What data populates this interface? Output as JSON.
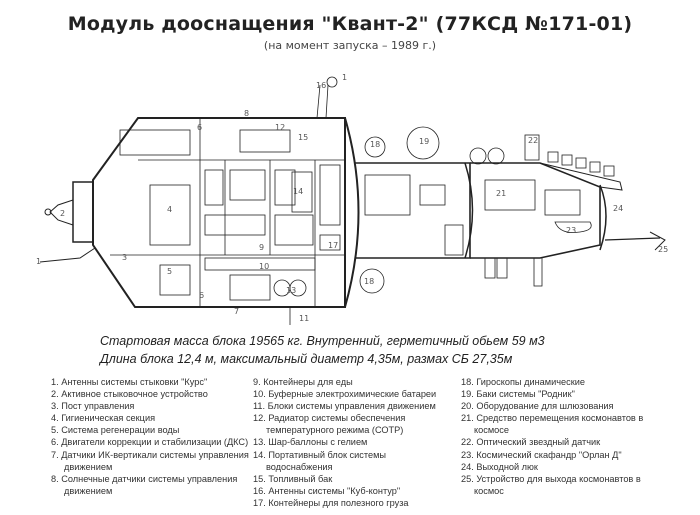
{
  "header": {
    "title": "Модуль дооснащения \"Квант-2\" (77КСД №171-01)",
    "subtitle": "(на момент запуска – 1989 г.)"
  },
  "diagram": {
    "callouts": [
      "1",
      "2",
      "3",
      "4",
      "5",
      "6",
      "6",
      "7",
      "8",
      "9",
      "10",
      "11",
      "12",
      "13",
      "14",
      "15",
      "16",
      "1",
      "17",
      "18",
      "18",
      "19",
      "21",
      "22",
      "23",
      "24",
      "25"
    ]
  },
  "specs": {
    "line1": "Стартовая масса блока 19565 кг. Внутренний, герметичный обьем 59 м3",
    "line2": "Длина блока 12,4 м, максимальный диаметр 4,35м, размах СБ 27,35м"
  },
  "legend": {
    "col1": [
      "1. Антенны системы стыковки \"Курс\"",
      "2. Активное стыковочное устройство",
      "3. Пост управления",
      "4. Гигиеническая секция",
      "5. Система регенерации воды",
      "6. Двигатели коррекции и стабилизации (ДКС)",
      "7. Датчики ИК-вертикали системы управления движением",
      "8. Солнечные датчики системы управления движением"
    ],
    "col2": [
      "9. Контейнеры для еды",
      "10. Буферные электрохимические батареи",
      "11. Блоки системы управления движением",
      "12. Радиатор системы обеспечения температурного режима (СОТР)",
      "13. Шар-баллоны с гелием",
      "14. Портативный блок системы водоснабжения",
      "15. Топливный бак",
      "16. Антенны системы \"Куб-контур\"",
      "17. Контейнеры для полезного груза"
    ],
    "col3": [
      "18. Гироскопы динамические",
      "19. Баки системы \"Родник\"",
      "20. Оборудование для шлюзования",
      "21. Средство перемещения космонавтов в космосе",
      "22. Оптический звездный датчик",
      "23. Космический скафандр \"Орлан Д\"",
      "24. Выходной люк",
      "25. Устройство для выхода космонавтов в космос"
    ]
  }
}
